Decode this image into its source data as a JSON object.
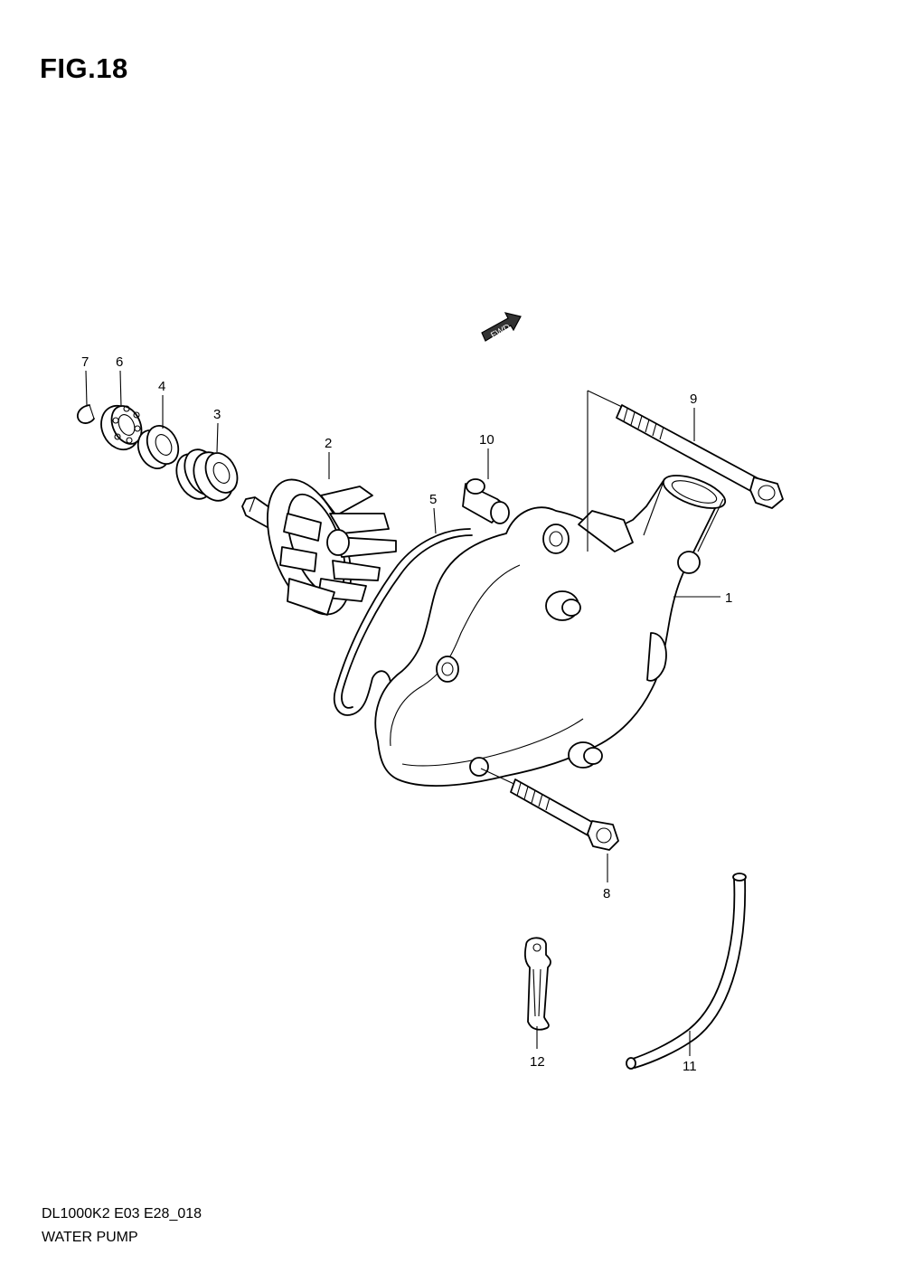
{
  "figure_title": "FIG.18",
  "model_code": "DL1000K2 E03 E28_018",
  "diagram_name": "WATER PUMP",
  "fwd_label": "FWD",
  "callouts": {
    "p1": "1",
    "p2": "2",
    "p3": "3",
    "p4": "4",
    "p5": "5",
    "p6": "6",
    "p7": "7",
    "p8": "8",
    "p9": "9",
    "p10": "10",
    "p11": "11",
    "p12": "12"
  }
}
